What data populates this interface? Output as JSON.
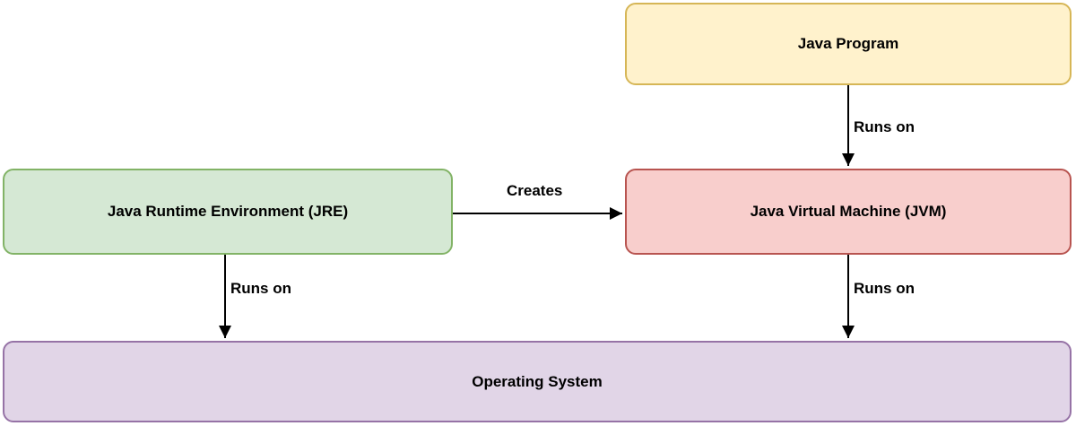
{
  "diagram": {
    "type": "flowchart",
    "background_color": "#FFFFFF",
    "edge_color": "#000000",
    "text_color": "#000000",
    "nodes": [
      {
        "id": "java-program",
        "label": "Java Program",
        "fill": "#FFF2CC",
        "stroke": "#D6B656"
      },
      {
        "id": "jre",
        "label": "Java Runtime Environment (JRE)",
        "fill": "#D5E8D4",
        "stroke": "#82B366"
      },
      {
        "id": "jvm",
        "label": "Java Virtual Machine (JVM)",
        "fill": "#F8CECC",
        "stroke": "#B85450"
      },
      {
        "id": "os",
        "label": "Operating System",
        "fill": "#E1D5E7",
        "stroke": "#9673A6"
      }
    ],
    "edges": [
      {
        "from": "java-program",
        "to": "jvm",
        "label": "Runs on",
        "direction": "down"
      },
      {
        "from": "jre",
        "to": "jvm",
        "label": "Creates",
        "direction": "right"
      },
      {
        "from": "jre",
        "to": "os",
        "label": "Runs on",
        "direction": "down"
      },
      {
        "from": "jvm",
        "to": "os",
        "label": "Runs on",
        "direction": "down"
      }
    ]
  }
}
